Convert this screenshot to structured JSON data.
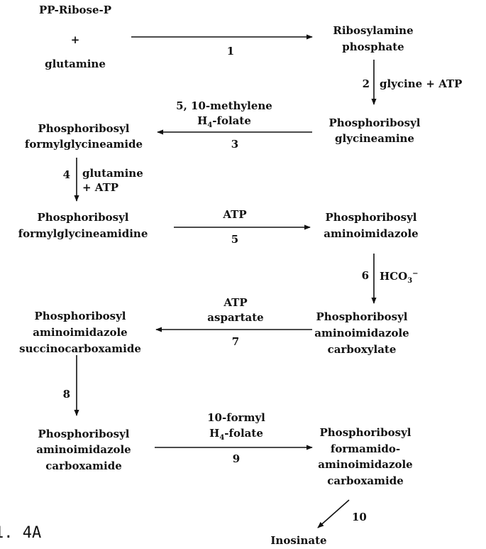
{
  "compounds": {
    "prpp": "PP-Ribose-P",
    "plus": "+",
    "glutamine": "glutamine",
    "ribosylamine_1": "Ribosylamine",
    "ribosylamine_2": "phosphate",
    "gar_1": "Phosphoribosyl",
    "gar_2": "glycineamine",
    "fgar_1": "Phosphoribosyl",
    "fgar_2": "formylglycineamide",
    "fgam_1": "Phosphoribosyl",
    "fgam_2": "formylglycineamidine",
    "air_1": "Phosphoribosyl",
    "air_2": "aminoimidazole",
    "cair_1": "Phosphoribosyl",
    "cair_2": "aminoimidazole",
    "cair_3": "carboxylate",
    "saicar_1": "Phosphoribosyl",
    "saicar_2": "aminoimidazole",
    "saicar_3": "succinocarboxamide",
    "aicar_1": "Phosphoribosyl",
    "aicar_2": "aminoimidazole",
    "aicar_3": "carboxamide",
    "faicar_1": "Phosphoribosyl",
    "faicar_2": "formamido-",
    "faicar_3": "aminoimidazole",
    "faicar_4": "carboxamide",
    "inosinate": "Inosinate"
  },
  "steps": {
    "s1": "1",
    "s2": "2",
    "s2_cofactor": "glycine + ATP",
    "s3": "3",
    "s3_cofactor_1": "5, 10-methylene",
    "s3_cofactor_2_base": "H",
    "s3_cofactor_2_sub": "4",
    "s3_cofactor_2_rest": "-folate",
    "s4": "4",
    "s4_cofactor_1": "glutamine",
    "s4_cofactor_2": "+ ATP",
    "s5": "5",
    "s5_cofactor": "ATP",
    "s6": "6",
    "s6_cofactor_base": "HCO",
    "s6_cofactor_sub": "3",
    "s6_cofactor_sup": "−",
    "s7": "7",
    "s7_cofactor_1": "ATP",
    "s7_cofactor_2": "aspartate",
    "s8": "8",
    "s9": "9",
    "s9_cofactor_1": "10-formyl",
    "s9_cofactor_2_base": "H",
    "s9_cofactor_2_sub": "4",
    "s9_cofactor_2_rest": "-folate",
    "s10": "10"
  },
  "figure_label": "1. 4A"
}
